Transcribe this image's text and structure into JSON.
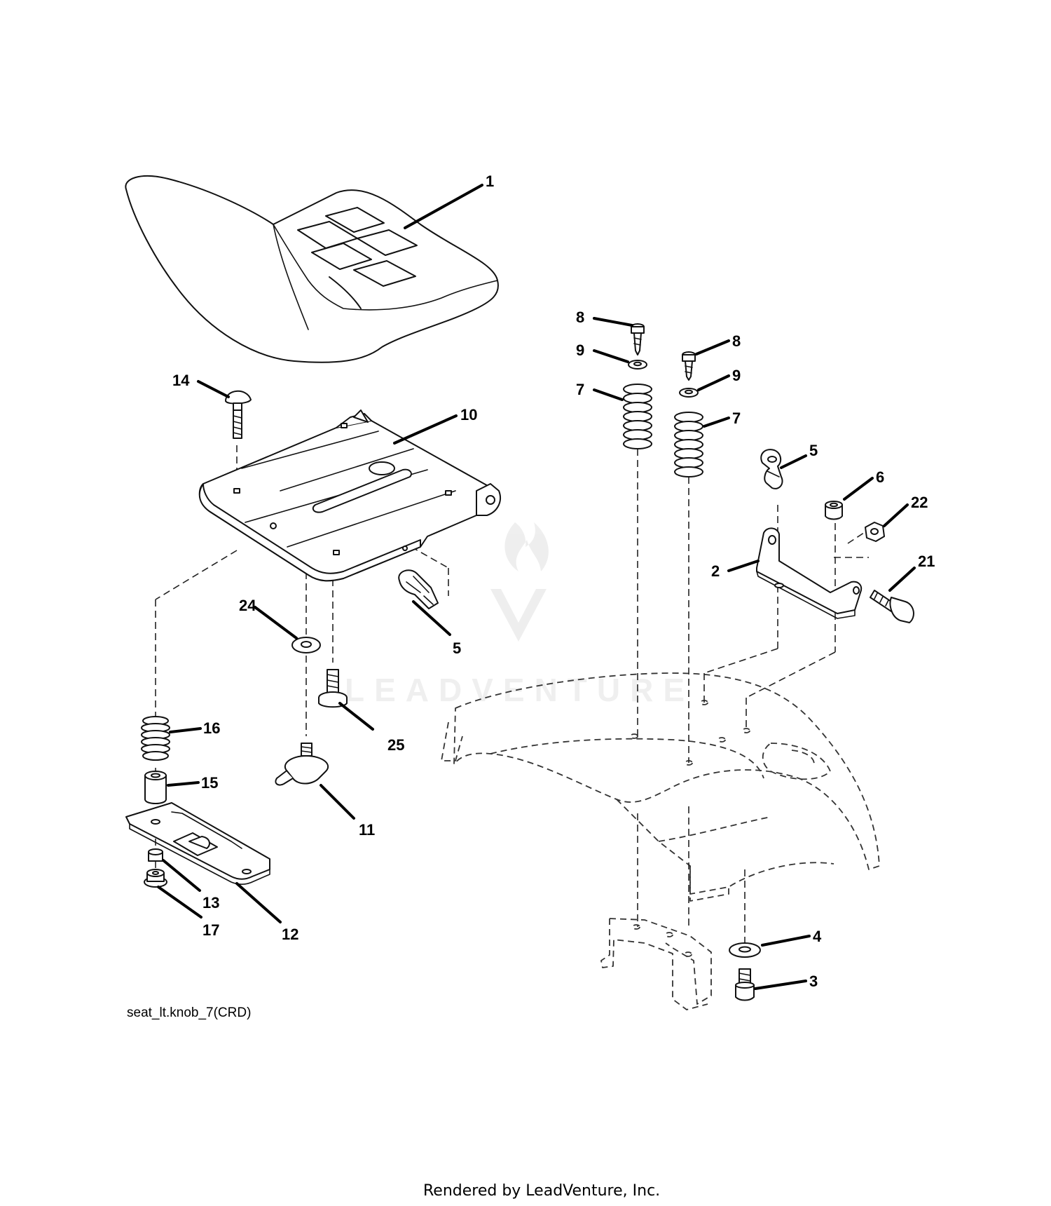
{
  "diagram": {
    "caption": "seat_lt.knob_7(CRD)",
    "footer": "Rendered by LeadVenture, Inc.",
    "watermark": "LEADVENTURE",
    "callouts": [
      "1",
      "2",
      "3",
      "4",
      "5",
      "5",
      "6",
      "7",
      "7",
      "8",
      "8",
      "9",
      "9",
      "10",
      "11",
      "12",
      "13",
      "14",
      "15",
      "16",
      "17",
      "21",
      "22",
      "24",
      "25"
    ]
  }
}
